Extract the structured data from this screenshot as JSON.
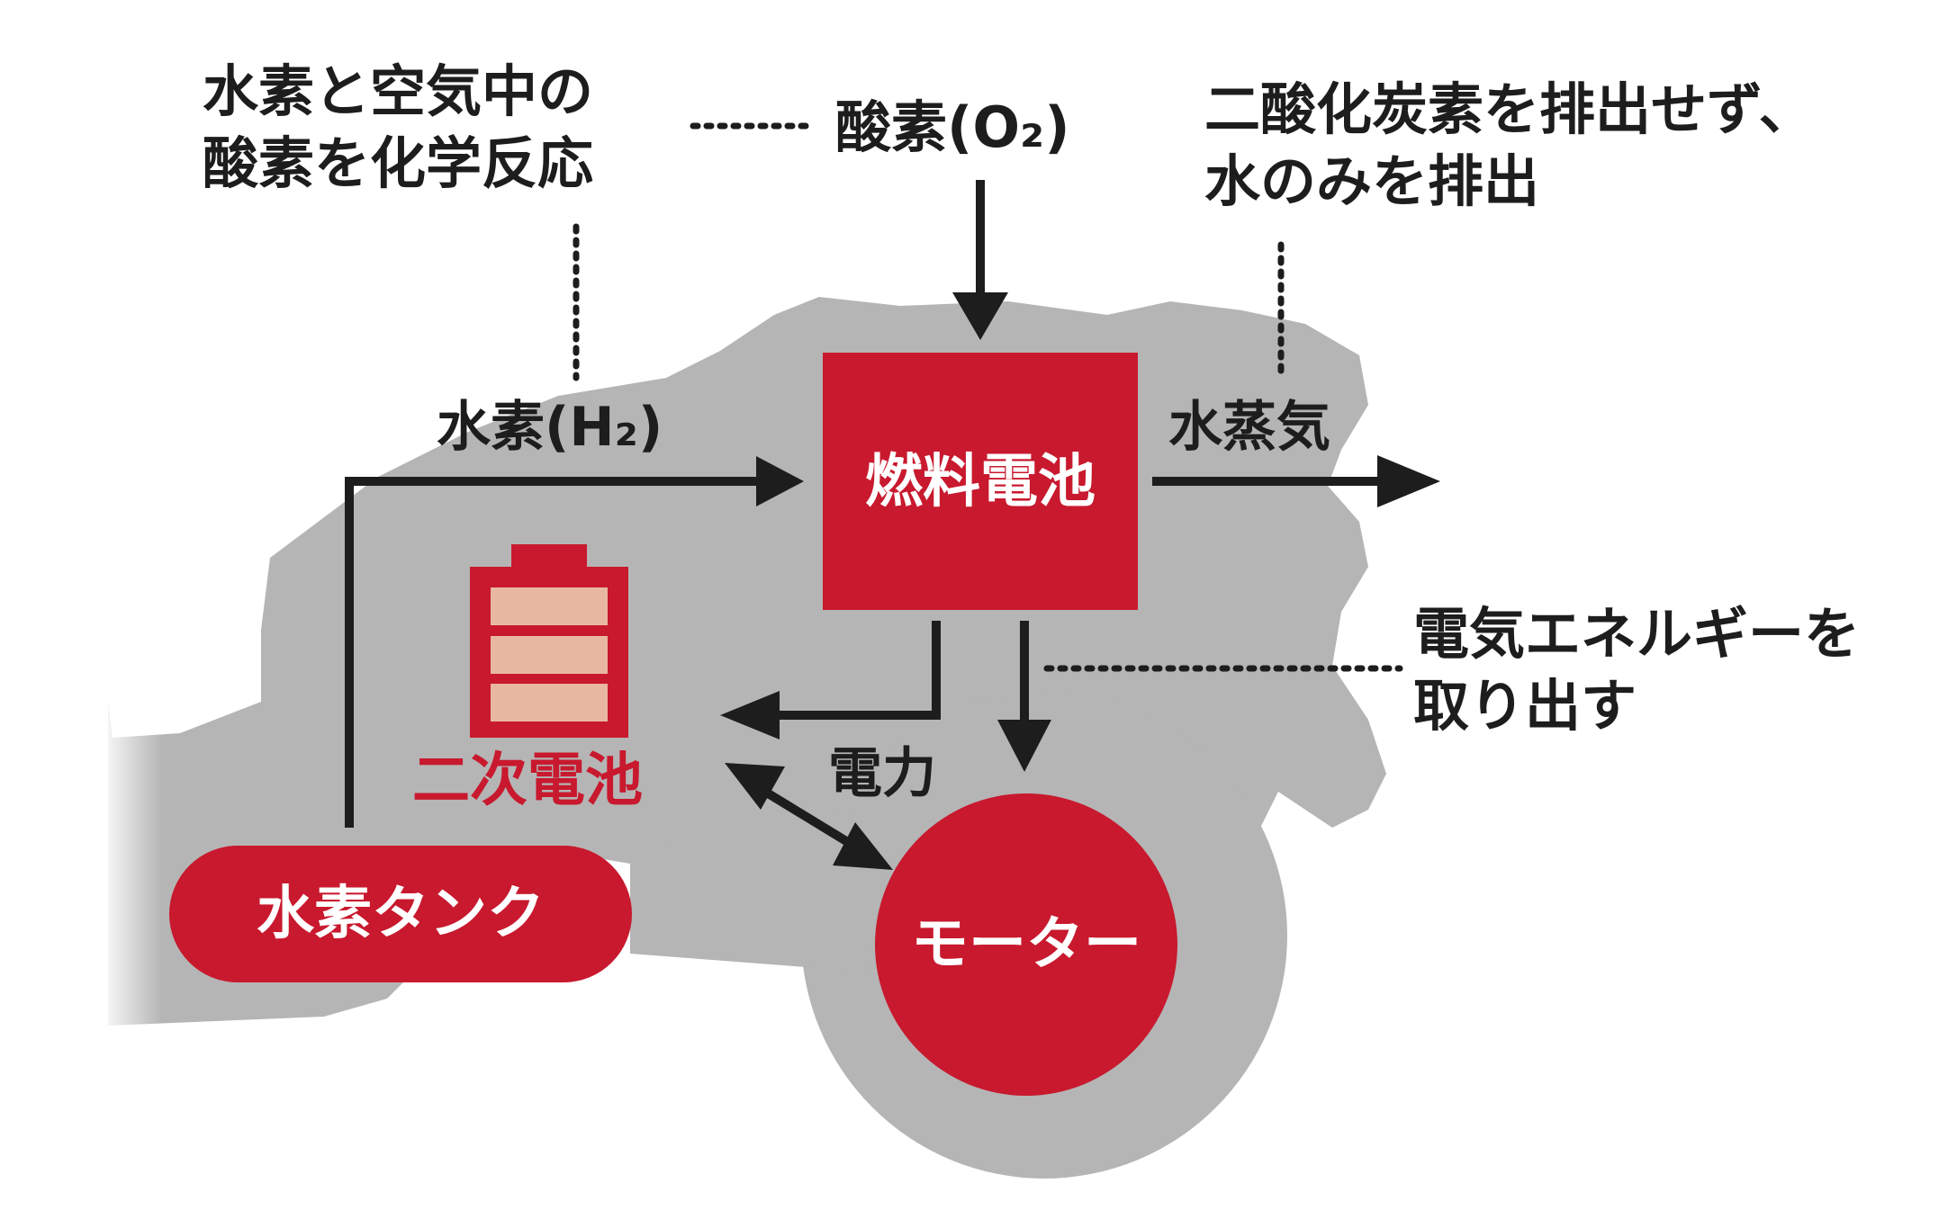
{
  "annotations": {
    "reaction": [
      "水素と空気中の",
      "酸素を化学反応"
    ],
    "oxygen": "酸素(O₂)",
    "emission": [
      "二酸化炭素を排出せず、",
      "水のみを排出"
    ],
    "energy": [
      "電気エネルギーを",
      "取り出す"
    ]
  },
  "flows": {
    "hydrogen": "水素(H₂)",
    "steam": "水蒸気",
    "power": "電力"
  },
  "components": {
    "fuel_cell": "燃料電池",
    "battery": "二次電池",
    "tank": "水素タンク",
    "motor": "モーター"
  },
  "colors": {
    "accent_red": "#c8192e",
    "battery_cell": "#e8b9a0",
    "vehicle_gray": "#b5b5b5",
    "text": "#1d1d1d"
  }
}
